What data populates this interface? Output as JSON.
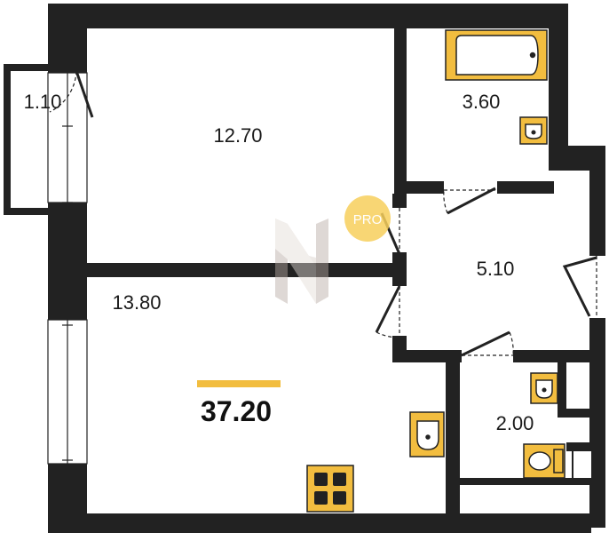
{
  "rooms": {
    "balcony_area": "1.10",
    "bedroom_area": "12.70",
    "bathroom_area": "3.60",
    "hallway_area": "5.10",
    "living_kitchen_area": "13.80",
    "wc_area": "2.00"
  },
  "total_area": "37.20",
  "badge": {
    "label": "PRO"
  },
  "colors": {
    "wall": "#222222",
    "fixture": "#f2bd3f",
    "accent_bar": "#f2bd3f",
    "badge": "#f7cf5c",
    "watermark": "#c9c0bb"
  },
  "icons": {
    "bathtub": "bathtub-icon",
    "sink": "sink-icon",
    "toilet": "toilet-icon",
    "stove": "stove-icon",
    "watermark": "h-logo-watermark"
  }
}
